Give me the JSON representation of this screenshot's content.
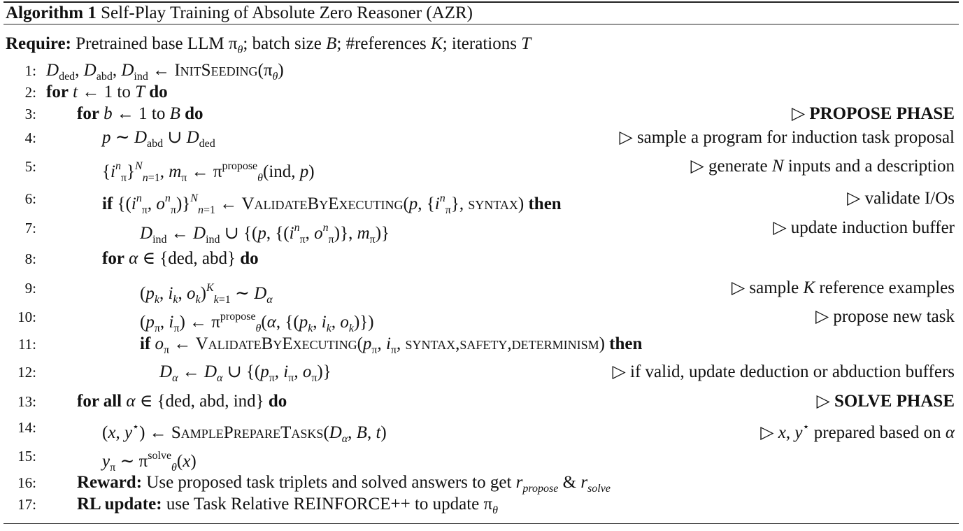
{
  "title": [
    [
      "b",
      "Algorithm 1"
    ],
    [
      "n",
      " Self-Play Training of Absolute Zero Reasoner (AZR)"
    ]
  ],
  "lines": [
    {
      "n": "",
      "indent": 0,
      "code": [
        [
          "b",
          "Require:"
        ],
        [
          "n",
          " Pretrained base LLM π"
        ],
        [
          "isub",
          "θ"
        ],
        [
          "n",
          "; batch size "
        ],
        [
          "i",
          "B"
        ],
        [
          "n",
          "; #references "
        ],
        [
          "i",
          "K"
        ],
        [
          "n",
          "; iterations "
        ],
        [
          "i",
          "T"
        ]
      ],
      "comment": []
    },
    {
      "n": "1:",
      "indent": 0,
      "code": [
        [
          "i",
          "D"
        ],
        [
          "sub",
          "ded"
        ],
        [
          "n",
          ", "
        ],
        [
          "i",
          "D"
        ],
        [
          "sub",
          "abd"
        ],
        [
          "n",
          ", "
        ],
        [
          "i",
          "D"
        ],
        [
          "sub",
          "ind"
        ],
        [
          "n",
          " ← "
        ],
        [
          "sc",
          "InitSeeding"
        ],
        [
          "n",
          "(π"
        ],
        [
          "isub",
          "θ"
        ],
        [
          "n",
          ")"
        ]
      ],
      "comment": []
    },
    {
      "n": "2:",
      "indent": 0,
      "code": [
        [
          "b",
          "for"
        ],
        [
          "n",
          " "
        ],
        [
          "i",
          "t"
        ],
        [
          "n",
          " ← 1 to "
        ],
        [
          "i",
          "T"
        ],
        [
          "n",
          " "
        ],
        [
          "b",
          "do"
        ]
      ],
      "comment": []
    },
    {
      "n": "3:",
      "indent": 1,
      "code": [
        [
          "b",
          "for"
        ],
        [
          "n",
          " "
        ],
        [
          "i",
          "b"
        ],
        [
          "n",
          " ← 1 to "
        ],
        [
          "i",
          "B"
        ],
        [
          "n",
          " "
        ],
        [
          "b",
          "do"
        ]
      ],
      "comment": [
        [
          "n",
          "▷ "
        ],
        [
          "b",
          "PROPOSE PHASE"
        ]
      ]
    },
    {
      "n": "4:",
      "indent": 2,
      "code": [
        [
          "i",
          "p"
        ],
        [
          "n",
          " ∼ "
        ],
        [
          "i",
          "D"
        ],
        [
          "sub",
          "abd"
        ],
        [
          "n",
          " ∪ "
        ],
        [
          "i",
          "D"
        ],
        [
          "sub",
          "ded"
        ]
      ],
      "comment": [
        [
          "n",
          "▷ sample a program for induction task proposal"
        ]
      ]
    },
    {
      "n": "5:",
      "indent": 2,
      "code": [
        [
          "n",
          "{"
        ],
        [
          "i",
          "i"
        ],
        [
          "isup",
          "n"
        ],
        [
          "sub",
          "π"
        ],
        [
          "n",
          "}"
        ],
        [
          "isup",
          "N"
        ],
        [
          "isub",
          "n"
        ],
        [
          "sub",
          "=1"
        ],
        [
          "n",
          ", "
        ],
        [
          "i",
          "m"
        ],
        [
          "sub",
          "π"
        ],
        [
          "n",
          " ← π"
        ],
        [
          "sup",
          "propose"
        ],
        [
          "isub",
          "θ"
        ],
        [
          "n",
          "(ind, "
        ],
        [
          "i",
          "p"
        ],
        [
          "n",
          ")"
        ]
      ],
      "comment": [
        [
          "n",
          "▷ generate "
        ],
        [
          "i",
          "N"
        ],
        [
          "n",
          " inputs and a description"
        ]
      ]
    },
    {
      "n": "6:",
      "indent": 2,
      "code": [
        [
          "b",
          "if"
        ],
        [
          "n",
          " {("
        ],
        [
          "i",
          "i"
        ],
        [
          "isup",
          "n"
        ],
        [
          "sub",
          "π"
        ],
        [
          "n",
          ", "
        ],
        [
          "i",
          "o"
        ],
        [
          "isup",
          "n"
        ],
        [
          "sub",
          "π"
        ],
        [
          "n",
          ")}"
        ],
        [
          "isup",
          "N"
        ],
        [
          "isub",
          "n"
        ],
        [
          "sub",
          "=1"
        ],
        [
          "n",
          " ← "
        ],
        [
          "sc",
          "ValidateByExecuting"
        ],
        [
          "n",
          "("
        ],
        [
          "i",
          "p"
        ],
        [
          "n",
          ", {"
        ],
        [
          "i",
          "i"
        ],
        [
          "isup",
          "n"
        ],
        [
          "sub",
          "π"
        ],
        [
          "n",
          "}, "
        ],
        [
          "sc",
          "syntax"
        ],
        [
          "n",
          ") "
        ],
        [
          "b",
          "then"
        ]
      ],
      "comment": [
        [
          "n",
          "▷ validate I/Os"
        ]
      ]
    },
    {
      "n": "7:",
      "indent": 3,
      "code": [
        [
          "i",
          "D"
        ],
        [
          "sub",
          "ind"
        ],
        [
          "n",
          " ← "
        ],
        [
          "i",
          "D"
        ],
        [
          "sub",
          "ind"
        ],
        [
          "n",
          " ∪ {("
        ],
        [
          "i",
          "p"
        ],
        [
          "n",
          ", {("
        ],
        [
          "i",
          "i"
        ],
        [
          "isup",
          "n"
        ],
        [
          "sub",
          "π"
        ],
        [
          "n",
          ", "
        ],
        [
          "i",
          "o"
        ],
        [
          "isup",
          "n"
        ],
        [
          "sub",
          "π"
        ],
        [
          "n",
          ")}, "
        ],
        [
          "i",
          "m"
        ],
        [
          "sub",
          "π"
        ],
        [
          "n",
          ")}"
        ]
      ],
      "comment": [
        [
          "n",
          "▷ update induction buffer"
        ]
      ]
    },
    {
      "n": "8:",
      "indent": 2,
      "code": [
        [
          "b",
          "for"
        ],
        [
          "n",
          " "
        ],
        [
          "i",
          "α"
        ],
        [
          "n",
          " ∈ {ded, abd} "
        ],
        [
          "b",
          "do"
        ]
      ],
      "comment": []
    },
    {
      "n": "9:",
      "indent": 3,
      "code": [
        [
          "n",
          "("
        ],
        [
          "i",
          "p"
        ],
        [
          "isub",
          "k"
        ],
        [
          "n",
          ", "
        ],
        [
          "i",
          "i"
        ],
        [
          "isub",
          "k"
        ],
        [
          "n",
          ", "
        ],
        [
          "i",
          "o"
        ],
        [
          "isub",
          "k"
        ],
        [
          "n",
          ")"
        ],
        [
          "isup",
          "K"
        ],
        [
          "isub",
          "k"
        ],
        [
          "sub",
          "=1"
        ],
        [
          "n",
          " ∼ "
        ],
        [
          "i",
          "D"
        ],
        [
          "isub",
          "α"
        ]
      ],
      "comment": [
        [
          "n",
          "▷ sample "
        ],
        [
          "i",
          "K"
        ],
        [
          "n",
          " reference examples"
        ]
      ]
    },
    {
      "n": "10:",
      "indent": 3,
      "code": [
        [
          "n",
          "("
        ],
        [
          "i",
          "p"
        ],
        [
          "sub",
          "π"
        ],
        [
          "n",
          ", "
        ],
        [
          "i",
          "i"
        ],
        [
          "sub",
          "π"
        ],
        [
          "n",
          ") ← π"
        ],
        [
          "sup",
          "propose"
        ],
        [
          "isub",
          "θ"
        ],
        [
          "n",
          "("
        ],
        [
          "i",
          "α"
        ],
        [
          "n",
          ", {("
        ],
        [
          "i",
          "p"
        ],
        [
          "isub",
          "k"
        ],
        [
          "n",
          ", "
        ],
        [
          "i",
          "i"
        ],
        [
          "isub",
          "k"
        ],
        [
          "n",
          ", "
        ],
        [
          "i",
          "o"
        ],
        [
          "isub",
          "k"
        ],
        [
          "n",
          ")})"
        ]
      ],
      "comment": [
        [
          "n",
          "▷ propose new task"
        ]
      ]
    },
    {
      "n": "11:",
      "indent": 3,
      "code": [
        [
          "b",
          "if"
        ],
        [
          "n",
          " "
        ],
        [
          "i",
          "o"
        ],
        [
          "sub",
          "π"
        ],
        [
          "n",
          " ← "
        ],
        [
          "sc",
          "ValidateByExecuting"
        ],
        [
          "n",
          "("
        ],
        [
          "i",
          "p"
        ],
        [
          "sub",
          "π"
        ],
        [
          "n",
          ", "
        ],
        [
          "i",
          "i"
        ],
        [
          "sub",
          "π"
        ],
        [
          "n",
          ", "
        ],
        [
          "sc",
          "syntax,safety,determinism"
        ],
        [
          "n",
          ") "
        ],
        [
          "b",
          "then"
        ]
      ],
      "comment": []
    },
    {
      "n": "12:",
      "indent": 4,
      "code": [
        [
          "i",
          "D"
        ],
        [
          "isub",
          "α"
        ],
        [
          "n",
          " ← "
        ],
        [
          "i",
          "D"
        ],
        [
          "isub",
          "α"
        ],
        [
          "n",
          " ∪ {("
        ],
        [
          "i",
          "p"
        ],
        [
          "sub",
          "π"
        ],
        [
          "n",
          ", "
        ],
        [
          "i",
          "i"
        ],
        [
          "sub",
          "π"
        ],
        [
          "n",
          ", "
        ],
        [
          "i",
          "o"
        ],
        [
          "sub",
          "π"
        ],
        [
          "n",
          ")}"
        ]
      ],
      "comment": [
        [
          "n",
          "▷ if valid, update deduction or abduction buffers"
        ]
      ]
    },
    {
      "n": "13:",
      "indent": 1,
      "code": [
        [
          "b",
          "for all"
        ],
        [
          "n",
          " "
        ],
        [
          "i",
          "α"
        ],
        [
          "n",
          " ∈ {ded, abd, ind} "
        ],
        [
          "b",
          "do"
        ]
      ],
      "comment": [
        [
          "n",
          "▷ "
        ],
        [
          "b",
          "SOLVE PHASE"
        ]
      ]
    },
    {
      "n": "14:",
      "indent": 2,
      "code": [
        [
          "n",
          "("
        ],
        [
          "i",
          "x"
        ],
        [
          "n",
          ", "
        ],
        [
          "i",
          "y"
        ],
        [
          "sup",
          "⋆"
        ],
        [
          "n",
          ") ← "
        ],
        [
          "sc",
          "SamplePrepareTasks"
        ],
        [
          "n",
          "("
        ],
        [
          "i",
          "D"
        ],
        [
          "isub",
          "α"
        ],
        [
          "n",
          ", "
        ],
        [
          "i",
          "B"
        ],
        [
          "n",
          ", "
        ],
        [
          "i",
          "t"
        ],
        [
          "n",
          ")"
        ]
      ],
      "comment": [
        [
          "n",
          "▷ "
        ],
        [
          "i",
          "x"
        ],
        [
          "n",
          ", "
        ],
        [
          "i",
          "y"
        ],
        [
          "sup",
          "⋆"
        ],
        [
          "n",
          " prepared based on "
        ],
        [
          "i",
          "α"
        ]
      ]
    },
    {
      "n": "15:",
      "indent": 2,
      "code": [
        [
          "i",
          "y"
        ],
        [
          "sub",
          "π"
        ],
        [
          "n",
          " ∼ π"
        ],
        [
          "sup",
          "solve"
        ],
        [
          "isub",
          "θ"
        ],
        [
          "n",
          "("
        ],
        [
          "i",
          "x"
        ],
        [
          "n",
          ")"
        ]
      ],
      "comment": []
    },
    {
      "n": "16:",
      "indent": 1,
      "code": [
        [
          "b",
          "Reward:"
        ],
        [
          "n",
          " Use proposed task triplets and solved answers to get "
        ],
        [
          "i",
          "r"
        ],
        [
          "isub",
          "propose"
        ],
        [
          "n",
          " & "
        ],
        [
          "i",
          "r"
        ],
        [
          "isub",
          "solve"
        ]
      ],
      "comment": []
    },
    {
      "n": "17:",
      "indent": 1,
      "code": [
        [
          "b",
          "RL update:"
        ],
        [
          "n",
          " use Task Relative REINFORCE++ to update π"
        ],
        [
          "isub",
          "θ"
        ]
      ],
      "comment": []
    }
  ]
}
